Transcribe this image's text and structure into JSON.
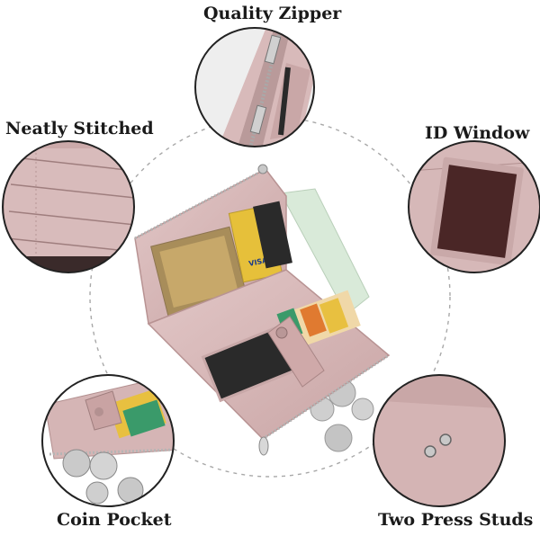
{
  "labels": {
    "quality_zipper": "Quality Zipper",
    "neatly_stitched": "Neatly Stitched",
    "id_window": "ID Window",
    "coin_pocket": "Coin Pocket",
    "two_press_studs": "Two Press Studs"
  },
  "card_text": {
    "visa": "VISA"
  },
  "colors": {
    "wallet_pink": "#d7b8b8",
    "wallet_pink_dark": "#b89393",
    "window_brown": "#4a2626",
    "guide_circle": "#9a9a9a",
    "background": "#ffffff"
  }
}
